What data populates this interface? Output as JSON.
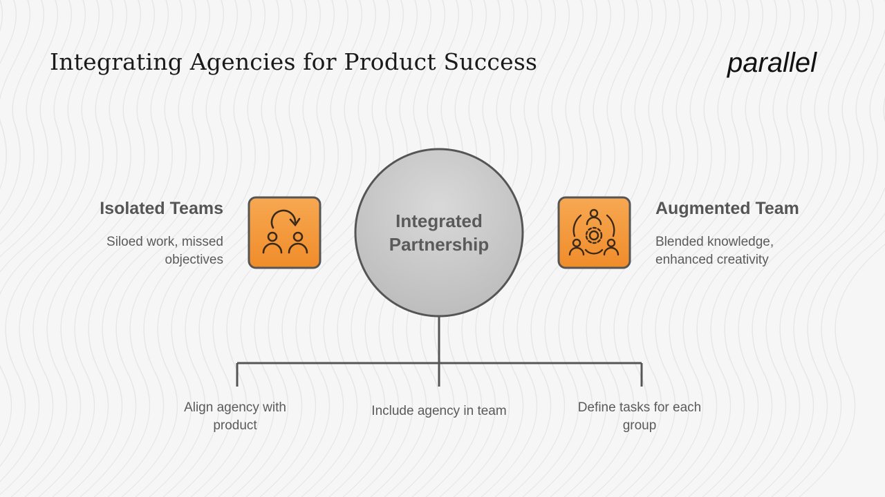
{
  "title": "Integrating Agencies for Product Success",
  "logo": {
    "text": "parallel"
  },
  "center": {
    "line1": "Integrated",
    "line2": "Partnership"
  },
  "left": {
    "title": "Isolated Teams",
    "desc_line1": "Siloed work, missed",
    "desc_line2": "objectives",
    "icon": "two-people-cycle-icon"
  },
  "right": {
    "title": "Augmented Team",
    "desc_line1": "Blended knowledge,",
    "desc_line2": "enhanced creativity",
    "icon": "team-gear-icon"
  },
  "branches": [
    {
      "line1": "Align agency with",
      "line2": "product"
    },
    {
      "line1": "Include agency in team",
      "line2": ""
    },
    {
      "line1": "Define tasks for each",
      "line2": "group"
    }
  ],
  "colors": {
    "accent": "#f59a3c",
    "accent_dark": "#e07f1f",
    "circle": "#c7c7c7",
    "outline": "#555555",
    "background": "#f6f6f6"
  }
}
